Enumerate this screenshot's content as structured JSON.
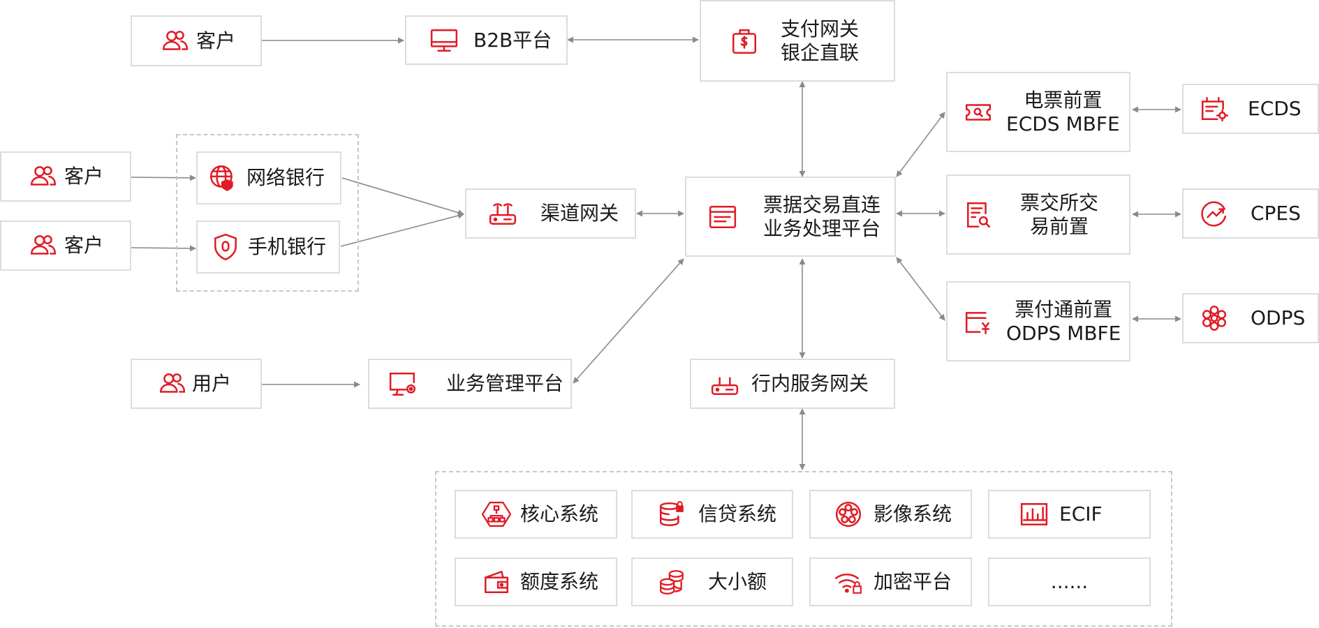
{
  "colors": {
    "accent": "#e01b24",
    "border": "#dcdcdc",
    "dashed": "#c7c7c7",
    "arrow": "#8a8a8a",
    "text": "#1a1a1a"
  },
  "nodes": {
    "customer_top": {
      "label": "客户",
      "icon": "users-icon"
    },
    "b2b_platform": {
      "label": "B2B平台",
      "icon": "monitor-icon"
    },
    "payment_gateway": {
      "lines": [
        "支付网关",
        "银企直联"
      ],
      "icon": "money-bag-icon"
    },
    "customer_web": {
      "label": "客户",
      "icon": "users-icon"
    },
    "customer_mobile": {
      "label": "客户",
      "icon": "users-icon"
    },
    "online_banking": {
      "label": "网络银行",
      "icon": "globe-shield-icon"
    },
    "mobile_banking": {
      "label": "手机银行",
      "icon": "shield-icon"
    },
    "channel_gateway": {
      "label": "渠道网关",
      "icon": "router-icon"
    },
    "bill_platform": {
      "lines": [
        "票据交易直连",
        "业务处理平台"
      ],
      "icon": "window-icon"
    },
    "ecds_front": {
      "lines": [
        "电票前置",
        "ECDS MBFE"
      ],
      "icon": "ticket-search-icon"
    },
    "exchange_front": {
      "lines": [
        "票交所交",
        "易前置"
      ],
      "icon": "document-search-icon"
    },
    "odps_front": {
      "lines": [
        "票付通前置",
        "ODPS MBFE"
      ],
      "icon": "yuan-card-icon"
    },
    "ecds": {
      "label": "ECDS",
      "icon": "settings-card-icon"
    },
    "cpes": {
      "label": "CPES",
      "icon": "trend-circle-icon"
    },
    "odps": {
      "label": "ODPS",
      "icon": "flower-icon"
    },
    "user": {
      "label": "用户",
      "icon": "users-icon"
    },
    "biz_mgmt_platform": {
      "label": "业务管理平台",
      "icon": "monitor-gear-icon"
    },
    "internal_gateway": {
      "label": "行内服务网关",
      "icon": "router-icon"
    }
  },
  "systems": [
    {
      "label": "核心系统",
      "icon": "hierarchy-hexagon-icon"
    },
    {
      "label": "信贷系统",
      "icon": "database-lock-icon"
    },
    {
      "label": "影像系统",
      "icon": "film-reel-icon"
    },
    {
      "label": "ECIF",
      "icon": "bar-chart-icon"
    },
    {
      "label": "额度系统",
      "icon": "wallet-icon"
    },
    {
      "label": "大小额",
      "icon": "coins-icon"
    },
    {
      "label": "加密平台",
      "icon": "wifi-lock-icon"
    },
    {
      "label": "......",
      "icon": ""
    }
  ]
}
